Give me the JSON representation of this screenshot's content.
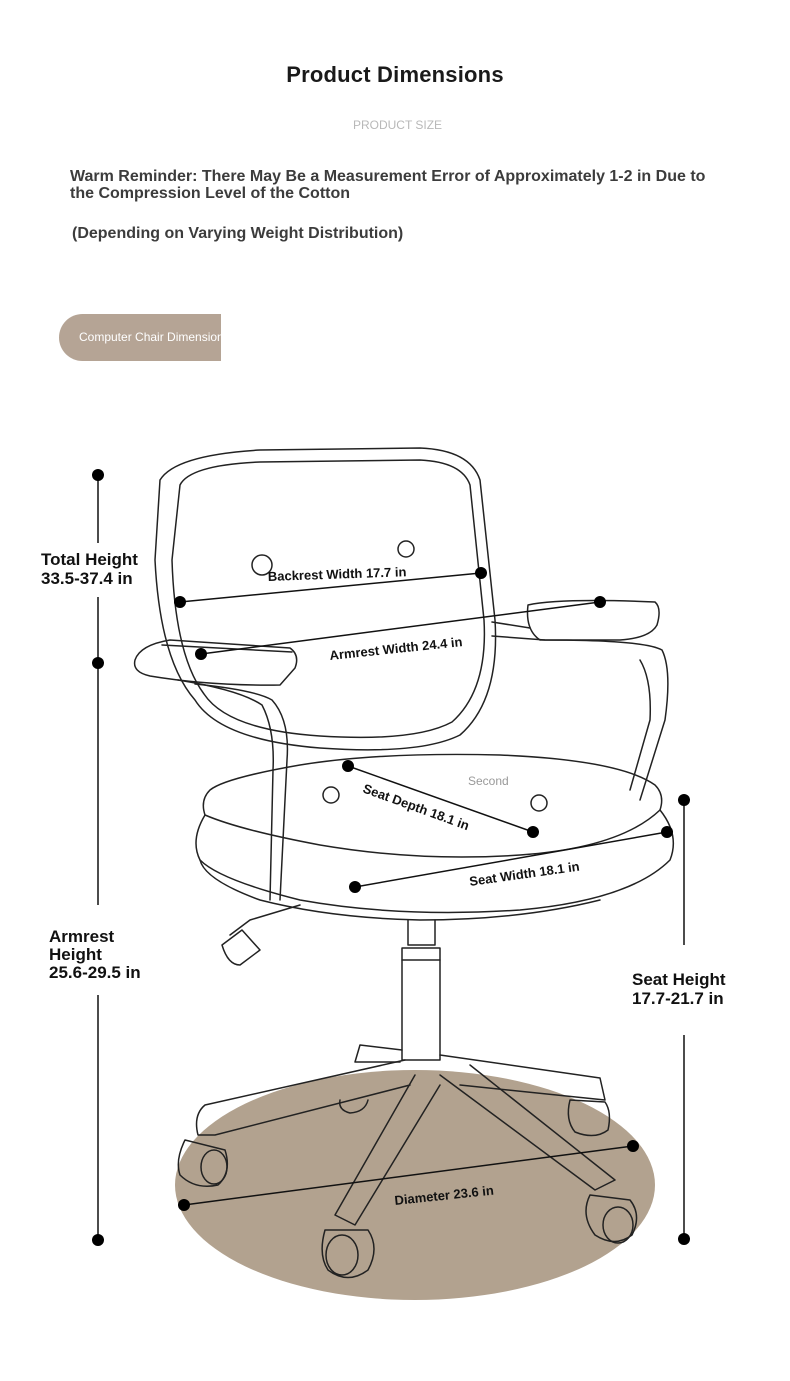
{
  "header": {
    "title": "Product Dimensions",
    "subtitle": "PRODUCT SIZE"
  },
  "notes": {
    "warm_reminder": "Warm Reminder: There May Be a Measurement Error of Approximately 1-2 in Due to the Compression Level of the Cotton",
    "weight_note": "(Depending on Varying Weight Distribution)"
  },
  "section_tab": {
    "label": "Computer Chair Dimensions"
  },
  "dimensions": {
    "total_height": {
      "label": "Total Height",
      "value": "33.5-37.4 in"
    },
    "armrest_height": {
      "label_line1": "Armrest",
      "label_line2": "Height",
      "value": "25.6-29.5 in"
    },
    "seat_height": {
      "label": "Seat Height",
      "value": "17.7-21.7 in"
    },
    "backrest_width": "Backrest Width 17.7 in",
    "armrest_width": "Armrest Width 24.4 in",
    "seat_depth": "Seat Depth 18.1 in",
    "seat_width": "Seat Width 18.1 in",
    "diameter": "Diameter 23.6 in"
  },
  "watermark": "Second",
  "colors": {
    "accent_tan": "#b5a495",
    "shadow_tan": "#b2a28f",
    "line": "#111111"
  }
}
